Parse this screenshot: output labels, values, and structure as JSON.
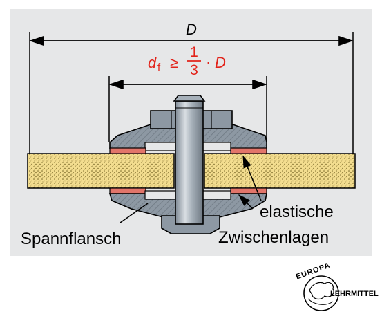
{
  "diagram": {
    "dimension_outer": "D",
    "formula": {
      "var": "d",
      "sub": "f",
      "rel": "≥",
      "numerator": "1",
      "denominator": "3",
      "dot": "·",
      "rhs": "D"
    },
    "labels": {
      "flange": "Spannflansch",
      "elastic_line1": "elastische",
      "elastic_line2": "Zwischenlagen"
    },
    "colors": {
      "background_panel": "#e6e7e8",
      "wheel_fill": "#f3dd8f",
      "wheel_dots": "#6b5a1c",
      "metal": "#8d98a3",
      "metal_dark": "#5e6872",
      "gasket": "#e2756a",
      "formula_red": "#e2231a"
    }
  },
  "logo": {
    "top_text": "EUROPA",
    "right_text": "LEHRMITTEL"
  }
}
